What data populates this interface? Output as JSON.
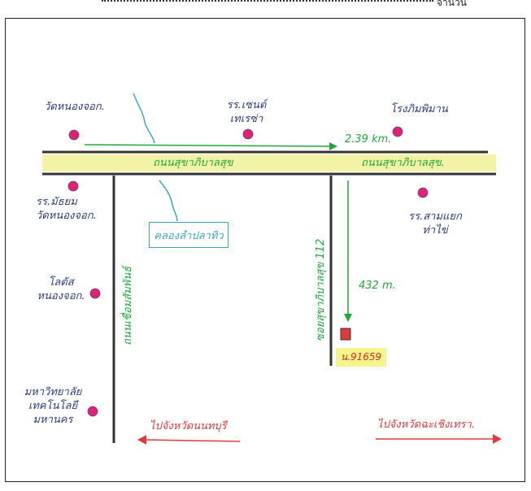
{
  "header": {
    "trailing_text": "จำนวน"
  },
  "map": {
    "places": {
      "wat_nong_chok": "วัดหนองจอก.",
      "school_st_theresa": [
        "รร.เซนต์",
        "เทเรซ่า"
      ],
      "cinema": "โรงภิมพิมาน",
      "school_matthayom": [
        "รร.มัธยม",
        "วัดหนองจอก."
      ],
      "school_samaeng": [
        "รร.สามแยก",
        "ท่าไข่"
      ],
      "lotus": [
        "โลตัส",
        "หนองจอก."
      ],
      "university": [
        "มหาวิทยาลัย",
        "เทคโนโลยี",
        "มหานคร"
      ]
    },
    "roads": {
      "main_left": "ถนนสุขาภิบาลสุข",
      "main_right": "ถนนสุขาภิบาลสุข.",
      "side_left": "ถนนเชื่อมสัมพันธ์",
      "side_right": "ซอยสุขาภิบาลสุข 112"
    },
    "distances": {
      "main": "2.39 km.",
      "side": "432 m."
    },
    "canal": "คลองลำปลาทิว",
    "house_number": "น.91659",
    "directions": {
      "left": "ไปจังหวัดนนทบุรี",
      "right": "ไปจังหวัดฉะเชิงเทรา."
    },
    "colors": {
      "place_text": "#2a3a8c",
      "road_text": "#1fa83a",
      "direction_text": "#e03a3a",
      "marker": "#e0207a",
      "road_highlight": "#f2f3a6",
      "canal": "#3aa6c7",
      "house": "#e03a3a"
    }
  }
}
